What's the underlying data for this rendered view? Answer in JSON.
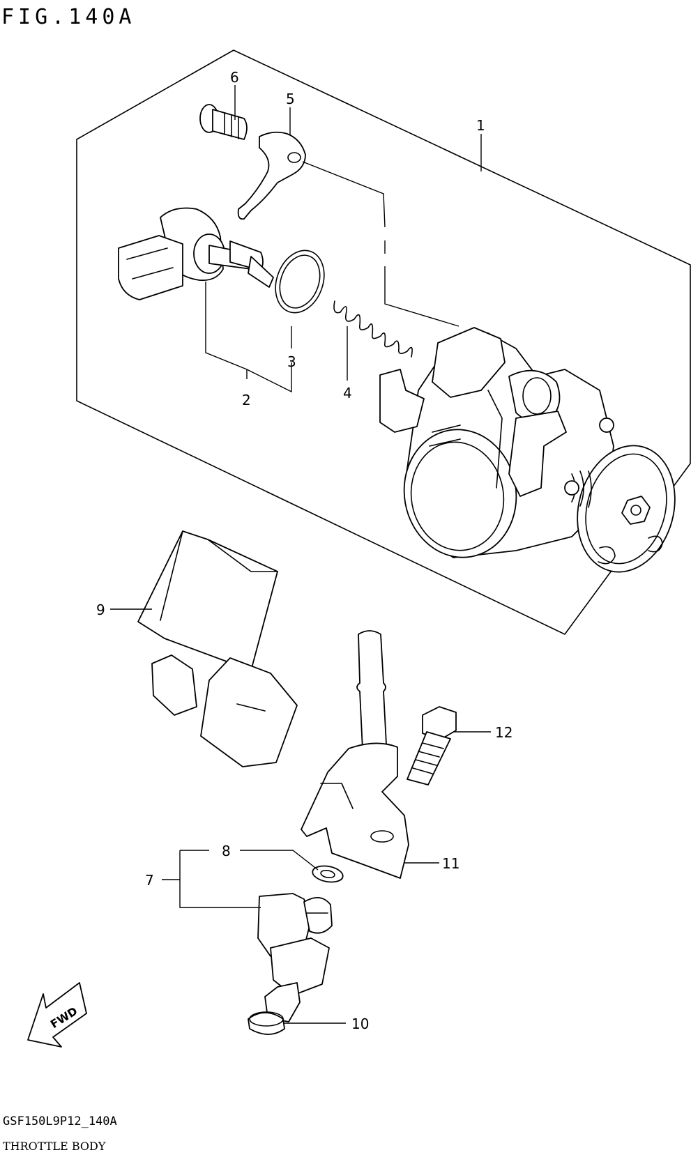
{
  "figure": {
    "label": "FIG.140A"
  },
  "footer": {
    "code": "GSF150L9P12_140A",
    "title": "THROTTLE BODY"
  },
  "fwd_label": "FWD",
  "callouts": [
    {
      "id": "1",
      "label": "1"
    },
    {
      "id": "2",
      "label": "2"
    },
    {
      "id": "3",
      "label": "3"
    },
    {
      "id": "4",
      "label": "4"
    },
    {
      "id": "5",
      "label": "5"
    },
    {
      "id": "6",
      "label": "6"
    },
    {
      "id": "7",
      "label": "7"
    },
    {
      "id": "8",
      "label": "8"
    },
    {
      "id": "9",
      "label": "9"
    },
    {
      "id": "10",
      "label": "10"
    },
    {
      "id": "11",
      "label": "11"
    },
    {
      "id": "12",
      "label": "12"
    }
  ]
}
